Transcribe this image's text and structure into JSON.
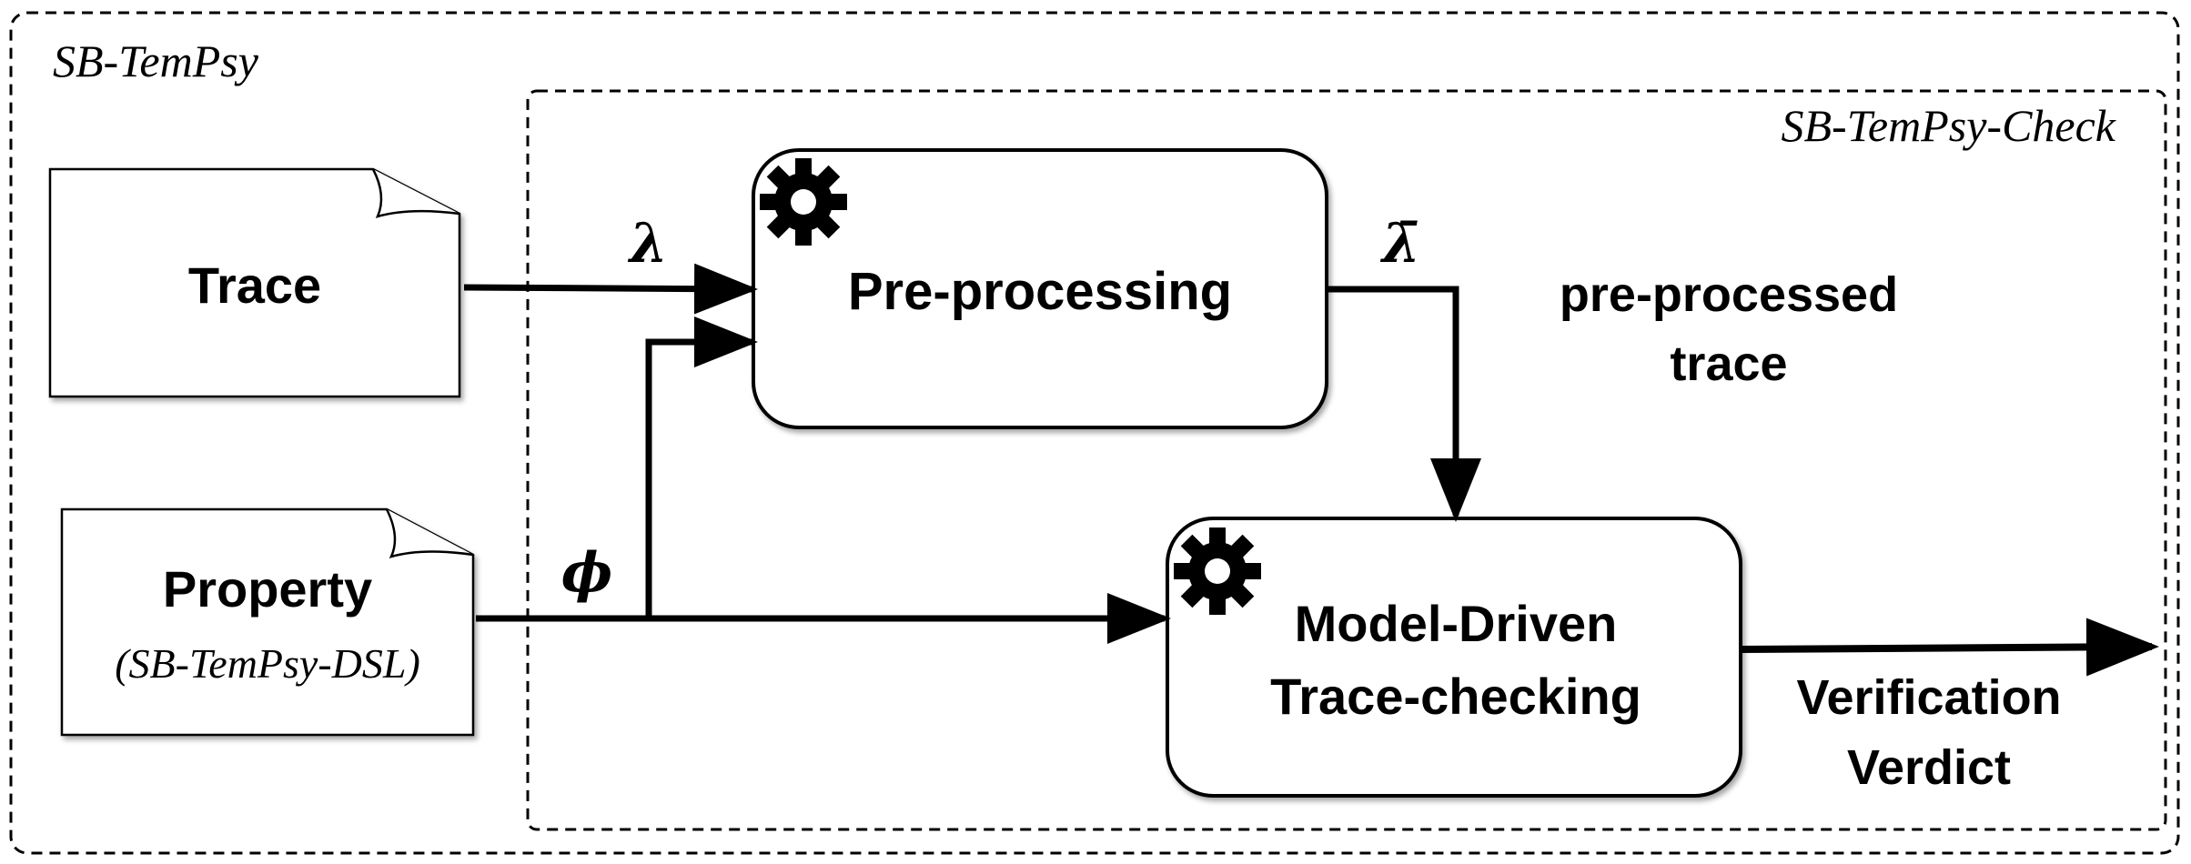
{
  "outer_frame": {
    "title": "SB-TemPsy"
  },
  "inner_frame": {
    "title": "SB-TemPsy-Check"
  },
  "inputs": {
    "trace": {
      "label": "Trace"
    },
    "property": {
      "label": "Property",
      "sublabel": "(SB-TemPsy-DSL)"
    }
  },
  "processes": {
    "preprocessing": {
      "label": "Pre-processing",
      "icon": "gear-icon"
    },
    "trace_checking": {
      "line1": "Model-Driven",
      "line2": "Trace-checking",
      "icon": "gear-icon"
    }
  },
  "edge_labels": {
    "lambda": "λ",
    "lambda_bar": "λ̄",
    "phi": "ϕ"
  },
  "outputs": {
    "preprocessed": {
      "line1": "pre-processed",
      "line2": "trace"
    },
    "verdict": {
      "line1": "Verification",
      "line2": "Verdict"
    }
  }
}
